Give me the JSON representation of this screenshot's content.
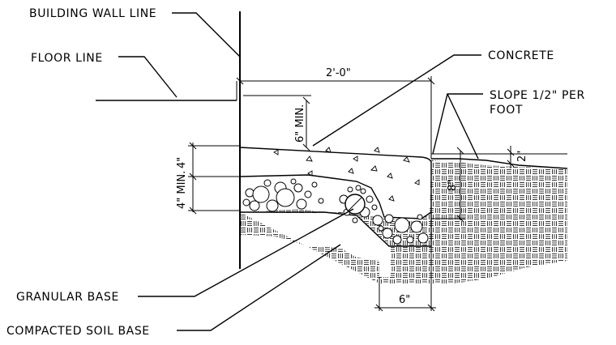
{
  "labels": {
    "building_wall_line": "BUILDING WALL LINE",
    "floor_line": "FLOOR LINE",
    "concrete": "CONCRETE",
    "slope_line1": "SLOPE 1/2\" PER",
    "slope_line2": "FOOT",
    "granular_base": "GRANULAR BASE",
    "compacted_soil_base": "COMPACTED SOIL BASE"
  },
  "dimensions": {
    "width_top": "2'-0\"",
    "min_6": "6\" MIN.",
    "four_in": "4\"",
    "four_min": "4\" MIN.",
    "eight_in": "8\"",
    "two_in": "2\"",
    "six_in": "6\""
  }
}
